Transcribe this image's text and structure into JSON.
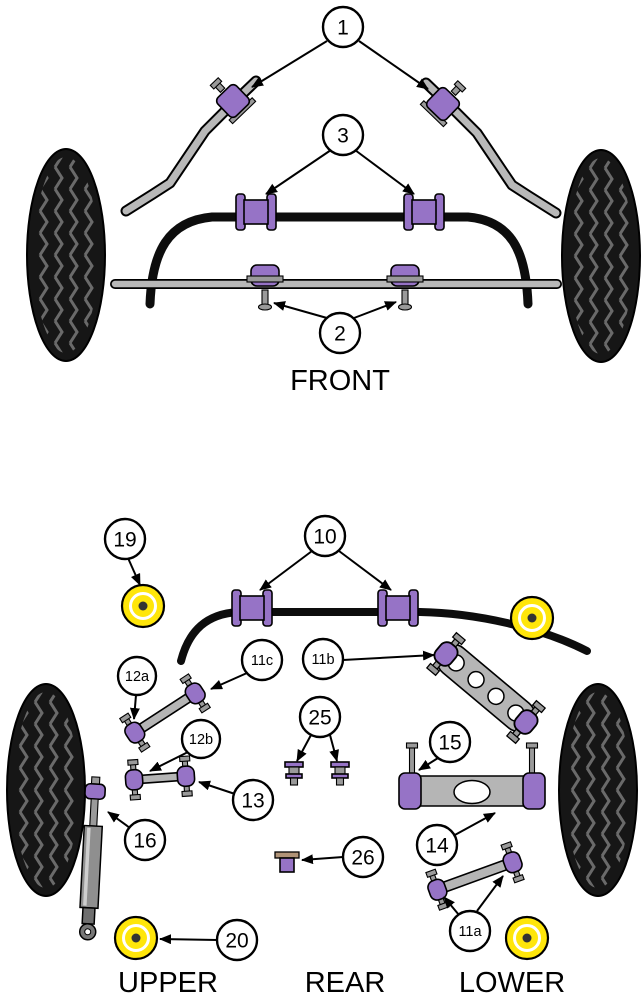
{
  "diagram": {
    "front_label": "FRONT",
    "rear_labels": {
      "upper": "UPPER",
      "rear": "REAR",
      "lower": "LOWER"
    },
    "callouts": {
      "n1": "1",
      "n2": "2",
      "n3": "3",
      "n10": "10",
      "n11a": "11a",
      "n11b": "11b",
      "n11c": "11c",
      "n12a": "12a",
      "n12b": "12b",
      "n13": "13",
      "n14": "14",
      "n15": "15",
      "n16": "16",
      "n19": "19",
      "n20": "20",
      "n25": "25",
      "n26": "26"
    }
  },
  "colors": {
    "purple": "#9673c6",
    "yellow": "#ffe60a",
    "metal": "#b5b5b5",
    "tire": "#161616",
    "tread": "#6a6a6a",
    "outline": "#000000",
    "paper": "#ffffff"
  }
}
